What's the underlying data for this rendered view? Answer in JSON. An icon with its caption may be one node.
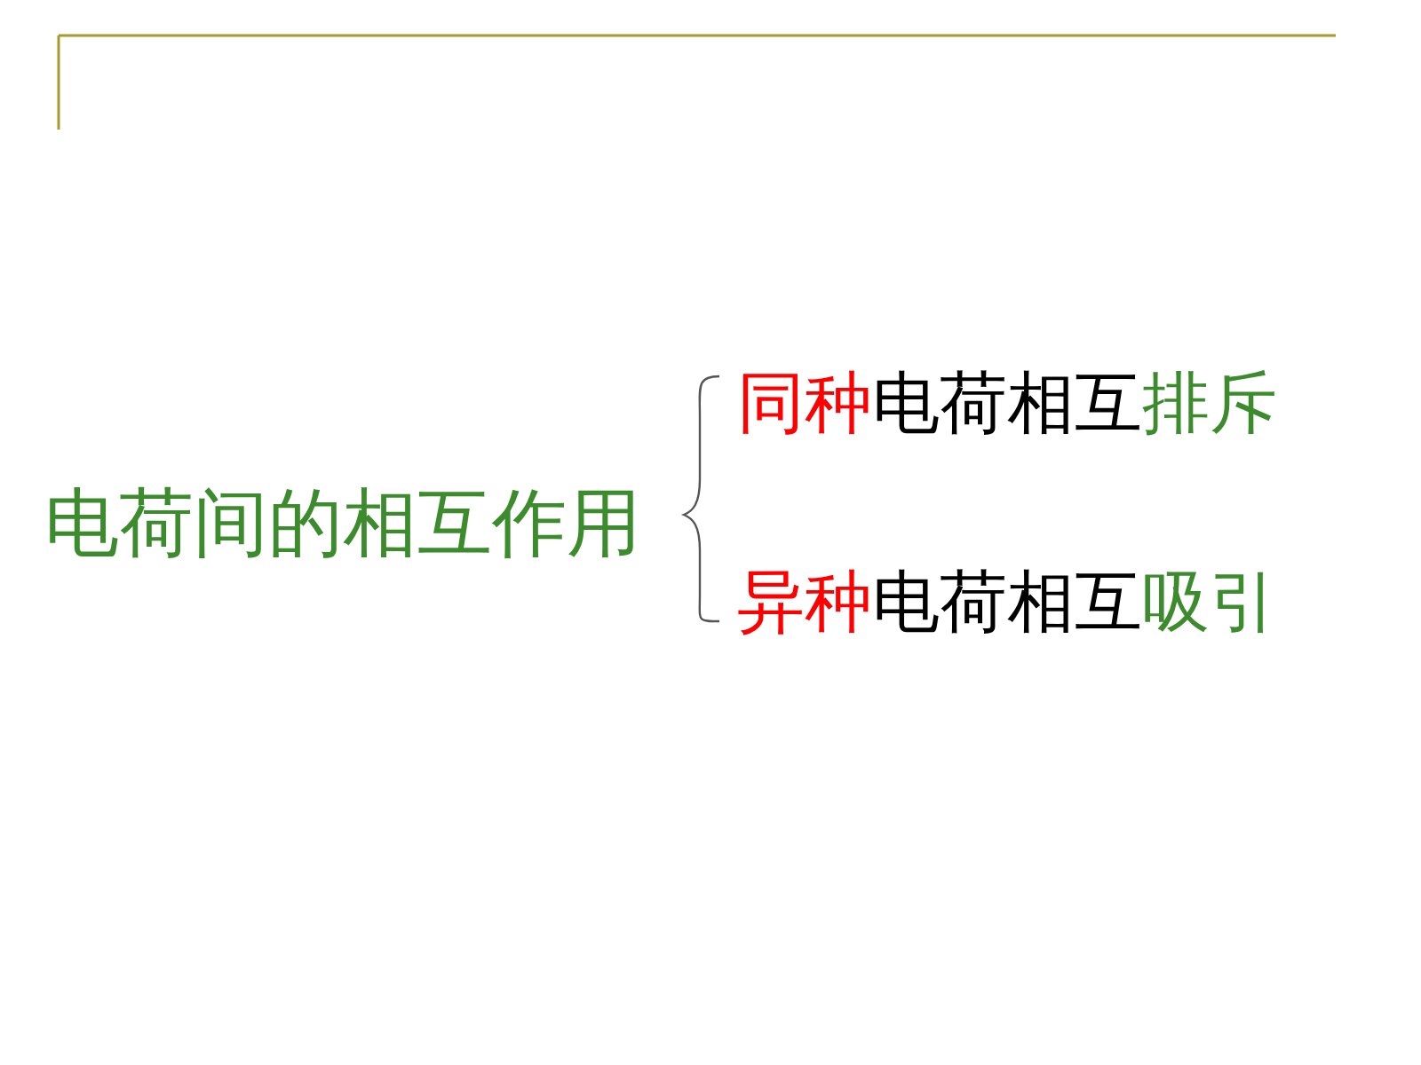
{
  "diagram": {
    "labels": [
      "电荷间的相互作用",
      "同种电荷相互排斥",
      "异种电荷相互吸引"
    ]
  }
}
